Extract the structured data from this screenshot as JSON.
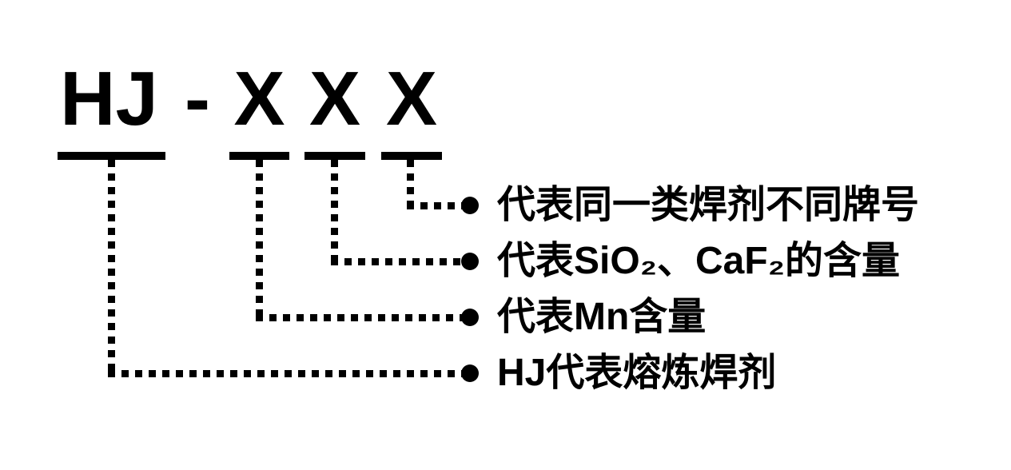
{
  "colors": {
    "ink": "#000000",
    "background": "#ffffff"
  },
  "code": {
    "prefix": "HJ",
    "separator": "-",
    "digits": [
      "X",
      "X",
      "X"
    ]
  },
  "annotations": [
    {
      "label": "代表同一类焊剂不同牌号"
    },
    {
      "label": "代表SiO₂、CaF₂的含量"
    },
    {
      "label": "代表Mn含量"
    },
    {
      "label": "HJ代表熔炼焊剂"
    }
  ]
}
